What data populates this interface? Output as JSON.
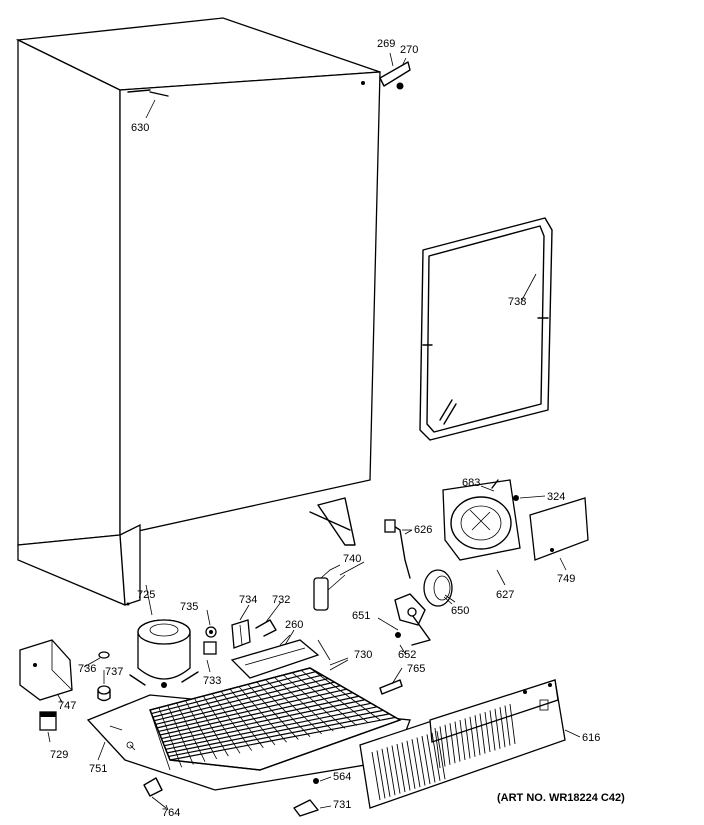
{
  "parts": {
    "p269": "269",
    "p270": "270",
    "p630": "630",
    "p738": "738",
    "p683": "683",
    "p324": "324",
    "p626": "626",
    "p740": "740",
    "p749": "749",
    "p627": "627",
    "p650": "650",
    "p651": "651",
    "p652": "652",
    "p765": "765",
    "p725": "725",
    "p735": "735",
    "p734": "734",
    "p732": "732",
    "p260": "260",
    "p730": "730",
    "p736": "736",
    "p737": "737",
    "p733": "733",
    "p747": "747",
    "p729": "729",
    "p751": "751",
    "p764": "764",
    "p564": "564",
    "p731": "731",
    "p616": "616"
  },
  "art_number": "(ART NO. WR18224 C42)"
}
